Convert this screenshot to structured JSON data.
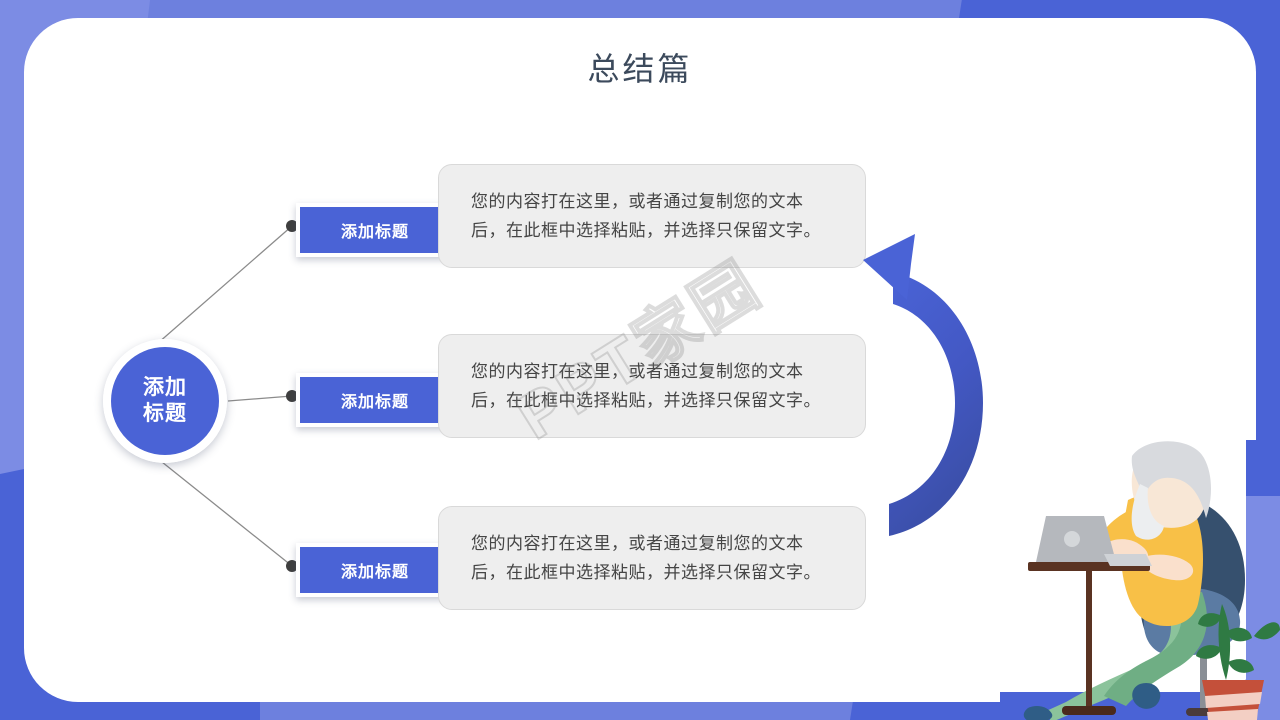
{
  "slide": {
    "title": "总结篇",
    "watermark": "PPT家园",
    "accent_blue": "#4a63d6",
    "background_blue": "#6d80de",
    "title_color": "#3c4a5c",
    "textbox_bg": "#eeeeee"
  },
  "hub": {
    "line1": "添加",
    "line2": "标题"
  },
  "rows": [
    {
      "label": "添加标题",
      "body": "您的内容打在这里，或者通过复制您的文本后，在此框中选择粘贴，并选择只保留文字。"
    },
    {
      "label": "添加标题",
      "body": "您的内容打在这里，或者通过复制您的文本后，在此框中选择粘贴，并选择只保留文字。"
    },
    {
      "label": "添加标题",
      "body": "您的内容打在这里，或者通过复制您的文本后，在此框中选择粘贴，并选择只保留文字。"
    }
  ],
  "arrow": {
    "name": "circular-process-arrow",
    "head_color": "#4a63d6",
    "tail_color": "#3b4fa8"
  },
  "illustration": {
    "name": "woman-working-on-laptop",
    "hair_color": "#d8dade",
    "shirt_color": "#f8c047",
    "pants_color": "#8bc39b",
    "chair_color": "#36506e",
    "laptop_color": "#b5b8bd",
    "desk_color": "#5a3322",
    "plant_pot_color": "#c4503a"
  }
}
